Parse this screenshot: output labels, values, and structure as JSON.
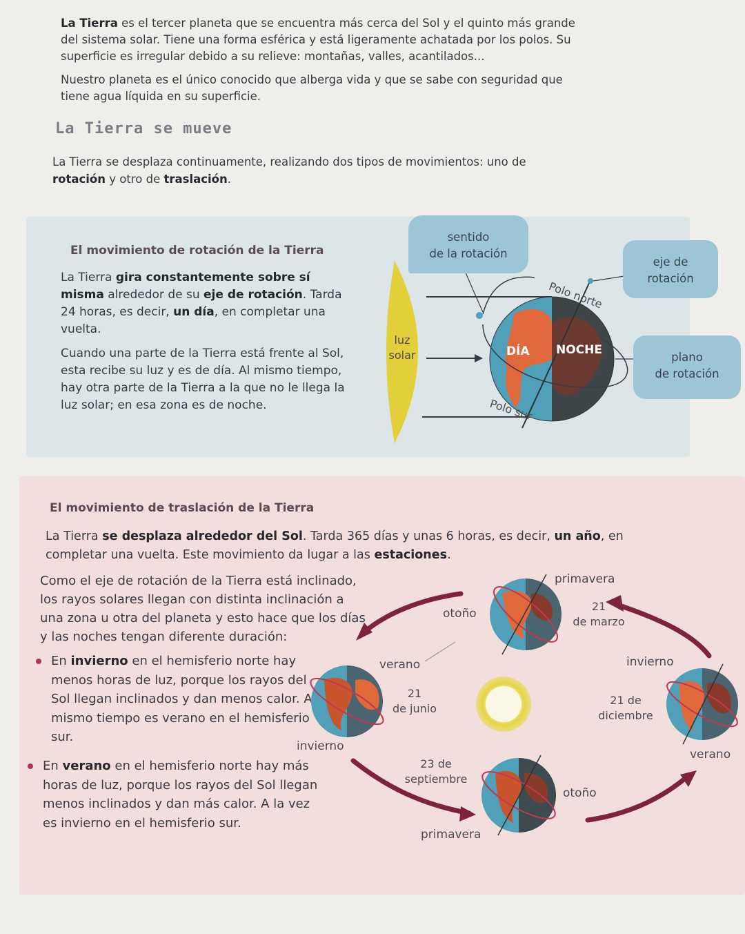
{
  "intro": {
    "p1_b": "La Tierra",
    "p1": " es el tercer planeta que se encuentra más cerca del Sol y el quinto más grande del sistema solar. Tiene una forma esférica y está ligeramente achatada por los polos. Su superficie es irregular debido a su relieve: montañas, valles, acantilados...",
    "p2": "Nuestro planeta es el único conocido que alberga vida y que se sabe con seguridad que tiene agua líquida en su superficie."
  },
  "section_title": "La Tierra se mueve",
  "lead": {
    "t1": "La Tierra se desplaza continuamente, realizando dos tipos de movimientos: uno de ",
    "b1": "rotación",
    "t2": " y otro de ",
    "b2": "traslación",
    "t3": "."
  },
  "rotation": {
    "title": "El movimiento de rotación de la Tierra",
    "p1_a": "La Tierra ",
    "p1_b1": "gira constantemente sobre sí misma",
    "p1_c": " alrededor de su ",
    "p1_b2": "eje de rotación",
    "p1_d": ". Tarda 24 horas, es decir, ",
    "p1_b3": "un día",
    "p1_e": ", en completar una vuelta.",
    "p2": "Cuando una parte de la Tierra está frente al Sol, esta recibe su luz y es de día. Al mismo tiempo, hay otra parte de la Tierra a la que no le llega la luz solar; en esa zona es de noche.",
    "diagram": {
      "sentido_l1": "sentido",
      "sentido_l2": "de la rotación",
      "eje_l1": "eje de",
      "eje_l2": "rotación",
      "plano_l1": "plano",
      "plano_l2": "de rotación",
      "luz_l1": "luz",
      "luz_l2": "solar",
      "polo_norte": "Polo norte",
      "polo_sur": "Polo sur",
      "dia": "DÍA",
      "noche": "NOCHE"
    }
  },
  "translation": {
    "title": "El movimiento de traslación de la Tierra",
    "lead_a": "La Tierra ",
    "lead_b1": "se desplaza alrededor del Sol",
    "lead_c": ". Tarda 365 días y unas 6 horas, es decir, ",
    "lead_b2": "un año",
    "lead_d": ", en completar una vuelta. Este movimiento da lugar a las ",
    "lead_b3": "estaciones",
    "lead_e": ".",
    "p1": "Como el eje de rotación de la Tierra está inclinado, los rayos solares llegan con distinta inclinación a una zona u otra del planeta y esto hace que los días y las noches tengan diferente duración:",
    "bullet1_a": "En ",
    "bullet1_b": "invierno",
    "bullet1_c": " en el hemisferio norte hay menos horas de luz, porque los rayos del Sol llegan inclinados y dan menos calor. Al mismo tiempo es verano en el hemisferio sur.",
    "bullet2_a": "En ",
    "bullet2_b": "verano",
    "bullet2_c": " en el hemisferio norte hay más horas de luz, porque los rayos del Sol llegan menos inclinados y dan más calor. A la vez es invierno en el hemisferio sur.",
    "diagram": {
      "top_n": "primavera",
      "top_s": "otoño",
      "top_date_l1": "21",
      "top_date_l2": "de marzo",
      "left_n": "verano",
      "left_s": "invierno",
      "left_date_l1": "21",
      "left_date_l2": "de junio",
      "right_n": "invierno",
      "right_s": "verano",
      "right_date_l1": "21 de",
      "right_date_l2": "diciembre",
      "bottom_n": "otoño",
      "bottom_s": "primavera",
      "bottom_date_l1": "23 de",
      "bottom_date_l2": "septiembre"
    }
  },
  "colors": {
    "rotation_panel": "#dce6e8",
    "translation_panel": "#f3dede",
    "bubble": "#9cc6d6",
    "sun": "#e2cf3a",
    "ocean": "#4fa0b8",
    "land": "#e0683a",
    "night": "#3d4548",
    "arrow": "#7d2436"
  }
}
